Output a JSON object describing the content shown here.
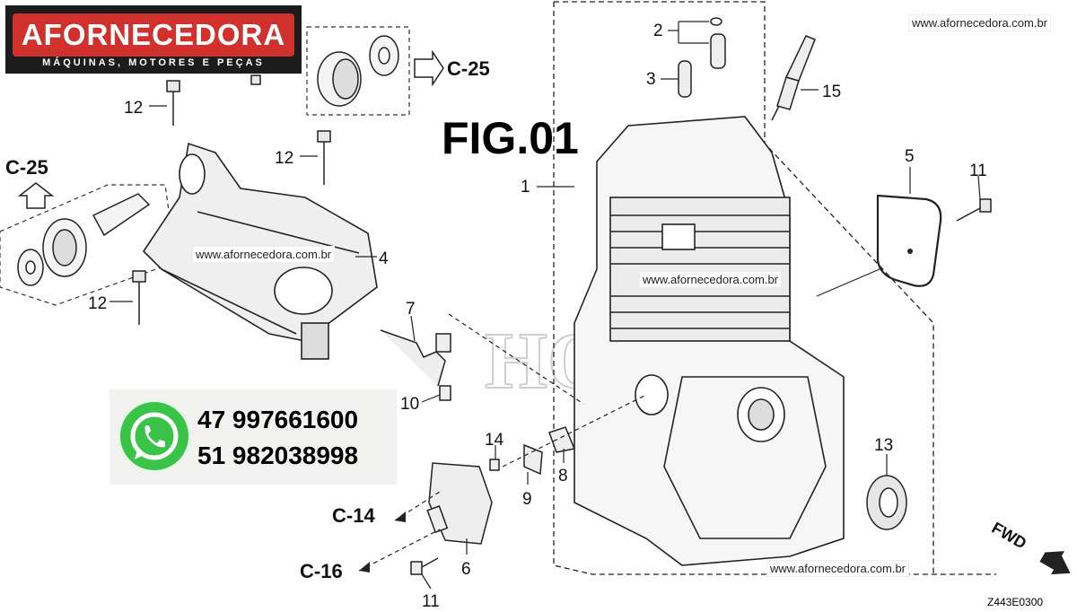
{
  "logo": {
    "title": "AFORNECEDORA",
    "subtitle": "MÁQUINAS, MOTORES E PEÇAS"
  },
  "fig_title": "FIG.01",
  "watermark_url": "www.afornecedora.com.br",
  "background_watermark": "HONDA",
  "contacts": {
    "phone_1": "47 997661600",
    "phone_2": "51 982038998"
  },
  "refs": {
    "c25_a": "C-25",
    "c25_b": "C-25",
    "c14": "C-14",
    "c16": "C-16",
    "fwd": "FWD"
  },
  "part_numbers": {
    "p1": "1",
    "p2": "2",
    "p3": "3",
    "p4": "4",
    "p5": "5",
    "p6": "6",
    "p7": "7",
    "p8": "8",
    "p9": "9",
    "p10": "10",
    "p11a": "11",
    "p11b": "11",
    "p12a": "12",
    "p12b": "12",
    "p12c": "12",
    "p13": "13",
    "p14": "14",
    "p15": "15"
  },
  "diagram_code": "Z443E0300",
  "colors": {
    "logo_red": "#d0312d",
    "logo_dark": "#1c1c1c",
    "whatsapp_green": "#39c348",
    "line": "#222222"
  }
}
